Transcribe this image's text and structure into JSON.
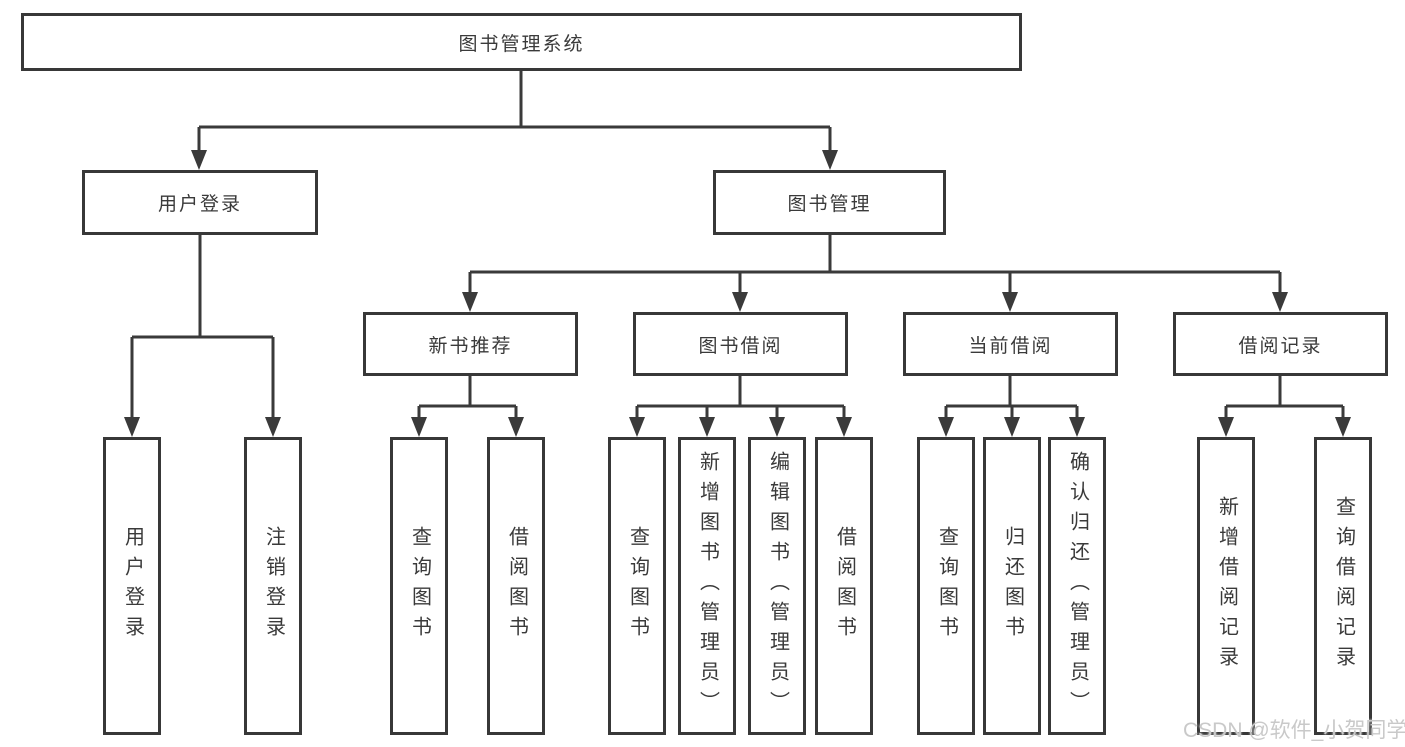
{
  "diagram": {
    "root": {
      "label": "图书管理系统"
    },
    "user_login": {
      "label": "用户登录",
      "children": [
        {
          "label": "用户登录"
        },
        {
          "label": "注销登录"
        }
      ]
    },
    "book_mgmt": {
      "label": "图书管理",
      "sections": [
        {
          "label": "新书推荐",
          "children": [
            {
              "label": "查询图书"
            },
            {
              "label": "借阅图书"
            }
          ]
        },
        {
          "label": "图书借阅",
          "children": [
            {
              "label": "查询图书"
            },
            {
              "label": "新增图书（管理员）"
            },
            {
              "label": "编辑图书（管理员）"
            },
            {
              "label": "借阅图书"
            }
          ]
        },
        {
          "label": "当前借阅",
          "children": [
            {
              "label": "查询图书"
            },
            {
              "label": "归还图书"
            },
            {
              "label": "确认归还（管理员）"
            }
          ]
        },
        {
          "label": "借阅记录",
          "children": [
            {
              "label": "新增借阅记录"
            },
            {
              "label": "查询借阅记录"
            }
          ]
        }
      ]
    },
    "colors": {
      "line": "#3a3a3a",
      "box_border": "#383838",
      "text": "#3a3a3a",
      "watermark_text": "#c9c9c9",
      "background": "#ffffff"
    }
  },
  "watermark": {
    "label": "CSDN @软件_小贺同学"
  }
}
